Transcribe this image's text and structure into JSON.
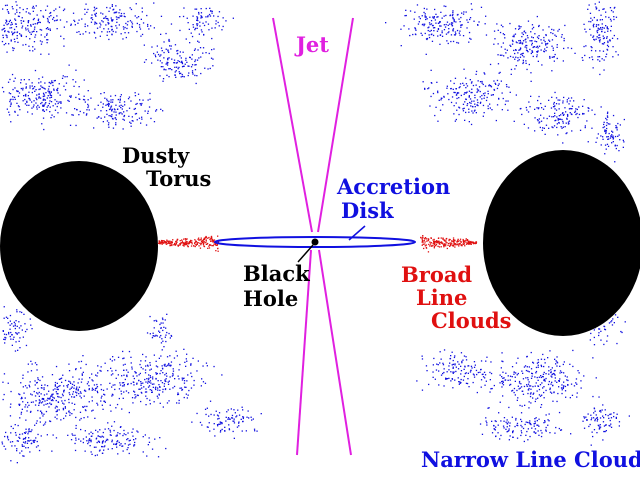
{
  "labels": {
    "jet": "Jet",
    "dusty_torus_line1": "Dusty",
    "dusty_torus_line2": "Torus",
    "accretion_disk_line1": "Accretion",
    "accretion_disk_line2": "Disk",
    "black_hole_line1": "Black",
    "black_hole_line2": "Hole",
    "broad_line_clouds_line1": "Broad",
    "broad_line_clouds_line2": "Line",
    "broad_line_clouds_line3": "Clouds",
    "narrow_line_clouds": "Narrow Line Clouds"
  },
  "colors": {
    "jet": "#e020e0",
    "narrow_line_clouds": "#1010e0",
    "broad_line_clouds": "#e01010",
    "accretion_disk": "#1010e0",
    "torus": "#000000",
    "black_hole": "#000000",
    "text_dark": "#000000"
  }
}
